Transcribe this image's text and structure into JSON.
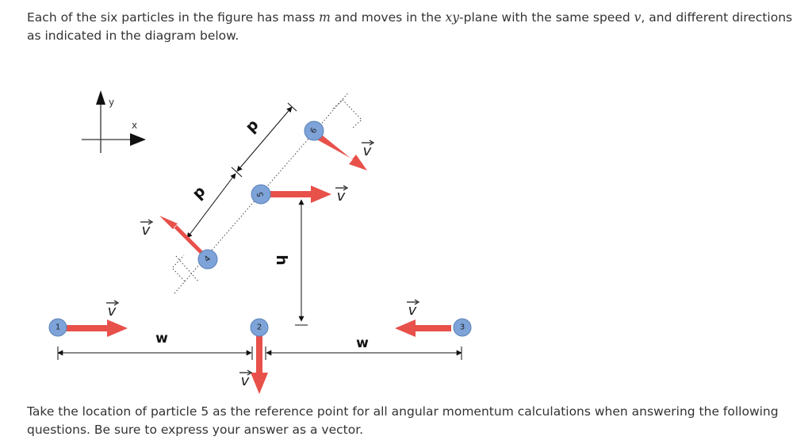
{
  "intro": {
    "part1": "Each of the six particles in the figure has mass ",
    "mass_symbol": "m",
    "part2": " and moves in the ",
    "plane_symbol": "xy",
    "part3": "-plane with the same speed ",
    "speed_symbol": "v",
    "part4": ", and different directions as indicated in the diagram below."
  },
  "outro": "Take the location of particle 5 as the reference point for all angular momentum calculations when answering the following questions. Be sure to express your answer as a vector.",
  "figure": {
    "axes": {
      "y_label": "y",
      "x_label": "x"
    },
    "particles": [
      {
        "number": "1"
      },
      {
        "number": "2"
      },
      {
        "number": "3"
      },
      {
        "number": "4"
      },
      {
        "number": "5"
      },
      {
        "number": "6"
      }
    ],
    "velocity_label": "v",
    "dimension_labels": {
      "w_left": "w",
      "w_right": "w",
      "h": "h",
      "d_lower": "d",
      "d_upper": "d"
    },
    "colors": {
      "particle_fill": "#7da3d8",
      "particle_stroke": "#5a82b8",
      "arrow": "#e8504a"
    }
  }
}
